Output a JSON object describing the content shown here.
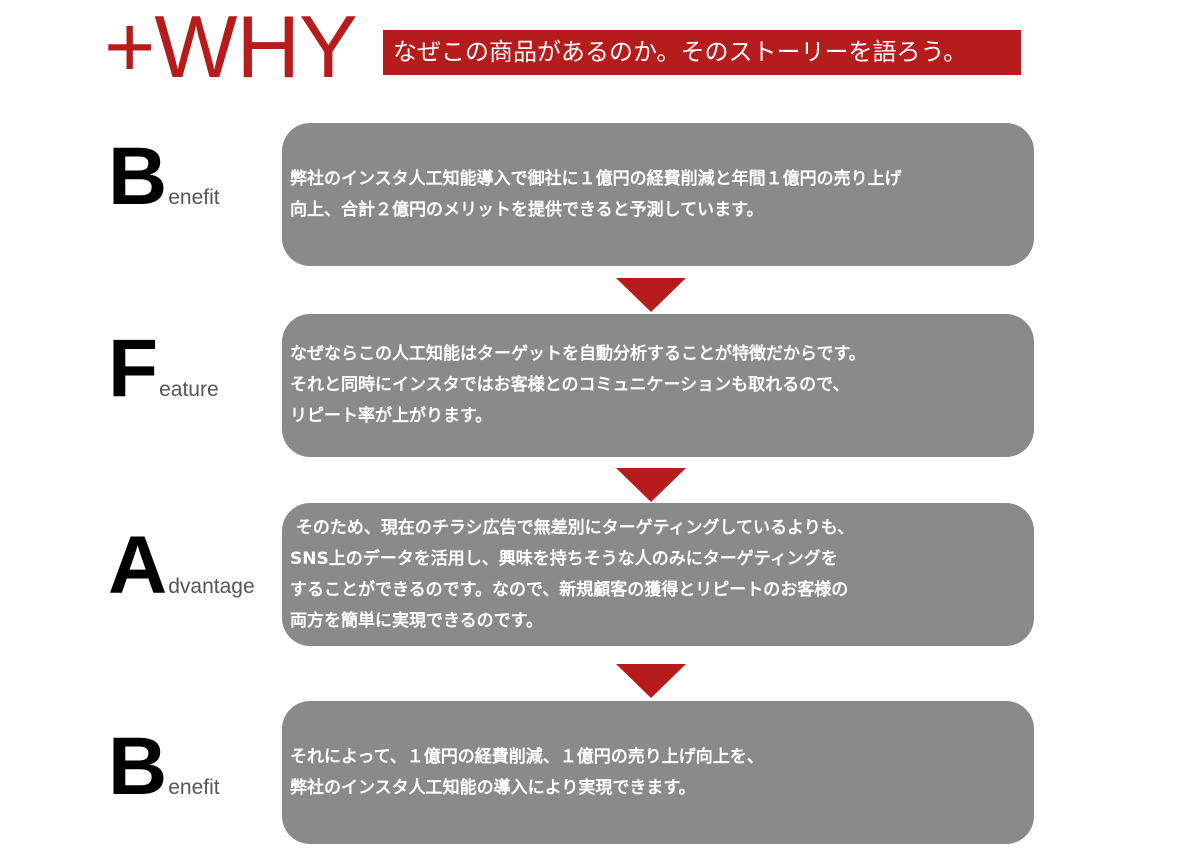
{
  "header": {
    "title": "+WHY",
    "banner": "なぜこの商品があるのか。そのストーリーを語ろう。",
    "accent_color": "#b71c1c"
  },
  "steps": [
    {
      "letter": "B",
      "rest": "enefit",
      "lines": [
        "弊社のインスタ人工知能導入で御社に１億円の経費削減と年間１億円の売り上げ",
        "向上、合計２億円のメリットを提供できると予測しています。"
      ]
    },
    {
      "letter": "F",
      "rest": "eature",
      "lines": [
        "なぜならこの人工知能はターゲットを自動分析することが特徴だからです。",
        "それと同時にインスタではお客様とのコミュニケーションも取れるので、",
        "リピート率が上がります。"
      ]
    },
    {
      "letter": "A",
      "rest": "dvantage",
      "lines": [
        " そのため、現在のチラシ広告で無差別にターゲティングしているよりも、",
        "SNS上のデータを活用し、興味を持ちそうな人のみにターゲティングを",
        "することができるのです。なので、新規顧客の獲得とリピートのお客様の",
        "両方を簡単に実現できるのです。"
      ]
    },
    {
      "letter": "B",
      "rest": "enefit",
      "lines": [
        "それによって、１億円の経費削減、１億円の売り上げ向上を、",
        "弊社のインスタ人工知能の導入により実現できます。"
      ]
    }
  ]
}
